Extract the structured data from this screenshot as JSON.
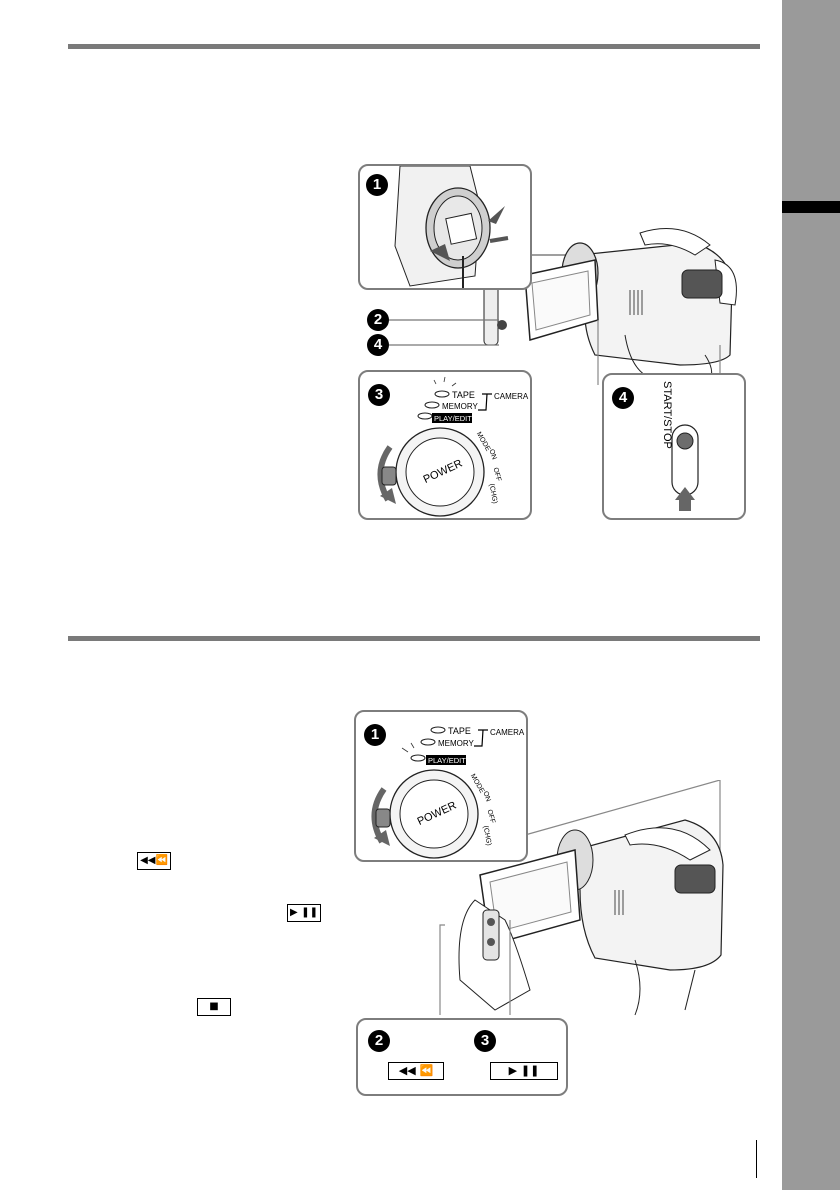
{
  "sidebar": {
    "color": "#9a9a9a"
  },
  "top": {
    "panel1": {
      "number": "1"
    },
    "panel3": {
      "number": "3",
      "tape": "TAPE",
      "memory": "MEMORY",
      "camera": "CAMERA",
      "play_edit": "PLAY/EDIT",
      "power": "POWER",
      "mode": "MODE",
      "on": "ON",
      "off": "OFF",
      "chg": "(CHG)"
    },
    "panel4": {
      "number": "4",
      "start_stop": "START/STOP"
    },
    "callout2": "2",
    "callout4": "4"
  },
  "bottom": {
    "panel1": {
      "number": "1",
      "tape": "TAPE",
      "memory": "MEMORY",
      "camera": "CAMERA",
      "play_edit": "PLAY/EDIT",
      "power": "POWER",
      "mode": "MODE",
      "on": "ON",
      "off": "OFF",
      "chg": "(CHG)"
    },
    "panel23": {
      "number_a": "2",
      "number_b": "3",
      "rewind_glyph": "◀◀ ⏪",
      "play_pause_glyph": "▶ ❚❚"
    },
    "inline_icons": {
      "rewind": "◀◀⏪",
      "play_pause": "▶ ❚❚",
      "stop": "■"
    }
  }
}
